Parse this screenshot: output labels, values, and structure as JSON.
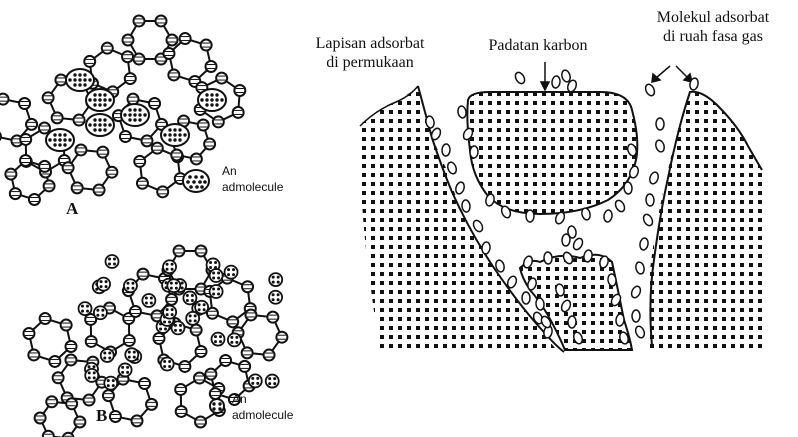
{
  "panel_a": {
    "letter": "A",
    "legend_line1": "An",
    "legend_line2": "admolecule"
  },
  "panel_b": {
    "letter": "B",
    "legend_line1": "An",
    "legend_line2": "admolecule"
  },
  "cross_section": {
    "label_surface_line1": "Lapisan adsorbat",
    "label_surface_line2": "di permukaan",
    "label_solid": "Padatan karbon",
    "label_gas_line1": "Molekul adsorbat",
    "label_gas_line2": "di ruah fasa gas"
  },
  "colors": {
    "ink": "#111111",
    "background": "#ffffff"
  }
}
